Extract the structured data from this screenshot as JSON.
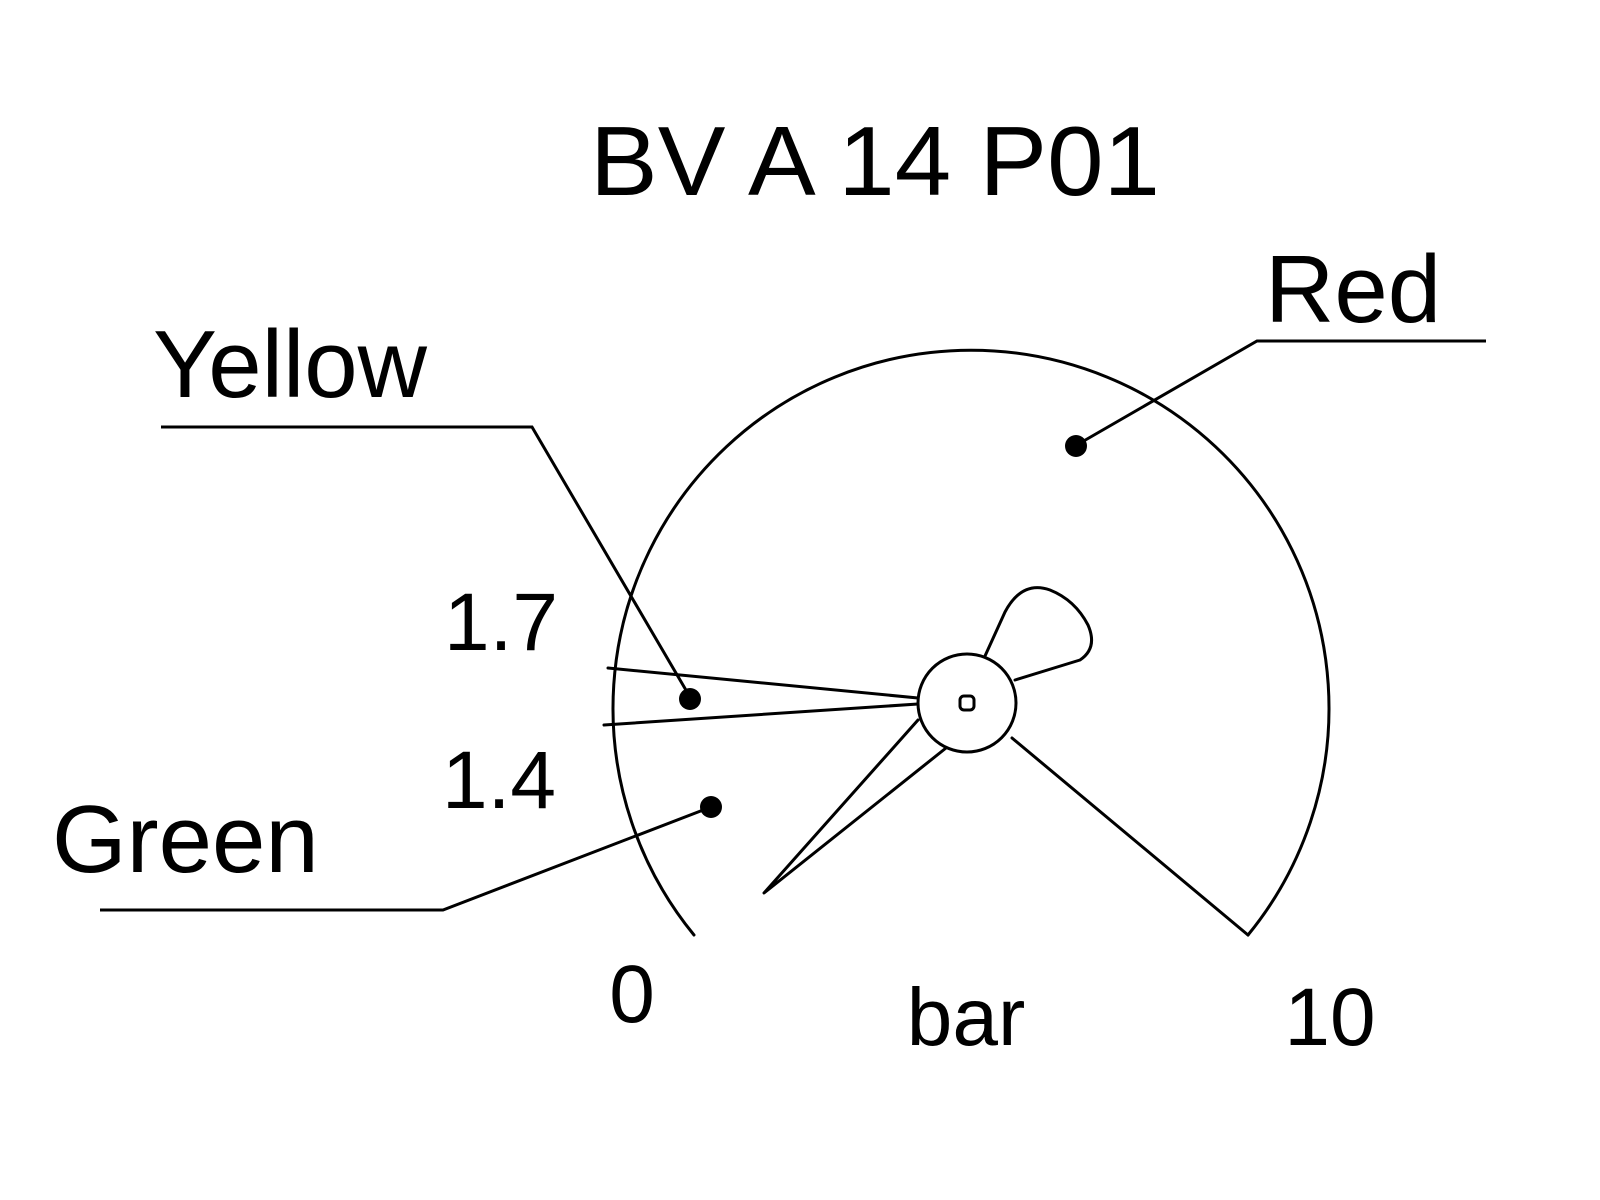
{
  "title": "BV A 14 P01",
  "gauge": {
    "scale_min": "0",
    "scale_max": "10",
    "unit": "bar",
    "tick_yellow_upper": "1.7",
    "tick_green_upper": "1.4",
    "needle_value": 0
  },
  "zones": {
    "green": "Green",
    "yellow": "Yellow",
    "red": "Red"
  }
}
